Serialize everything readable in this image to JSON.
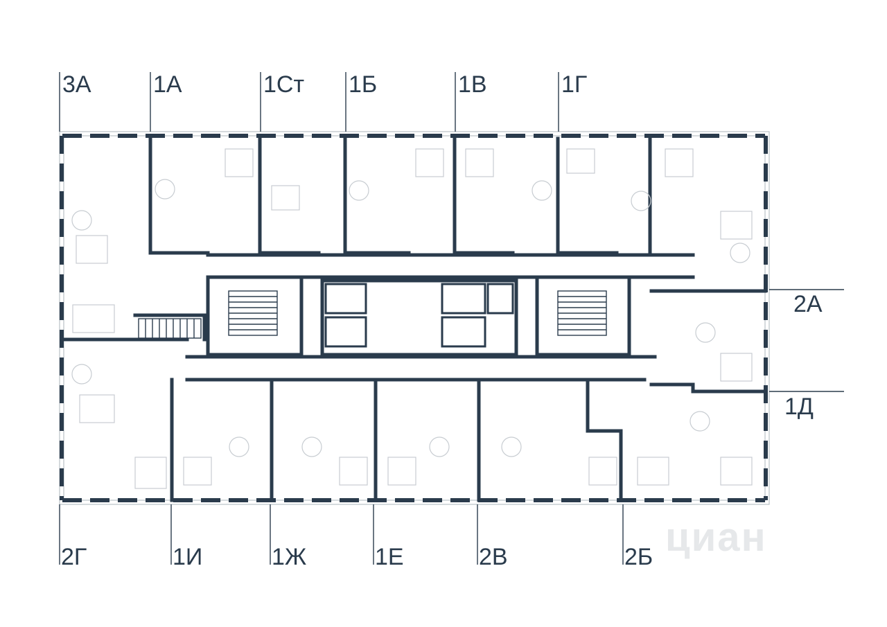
{
  "labels": {
    "top": [
      "3А",
      "1А",
      "1Ст",
      "1Б",
      "1В",
      "1Г"
    ],
    "right": [
      "2А",
      "1Д"
    ],
    "bottom": [
      "2Г",
      "1И",
      "1Ж",
      "1Е",
      "2В",
      "2Б"
    ]
  },
  "watermark": "циан",
  "colors": {
    "wall": "#2a3b4c",
    "furniture": "#c7ccd1",
    "frame": "#b9c0c6"
  }
}
